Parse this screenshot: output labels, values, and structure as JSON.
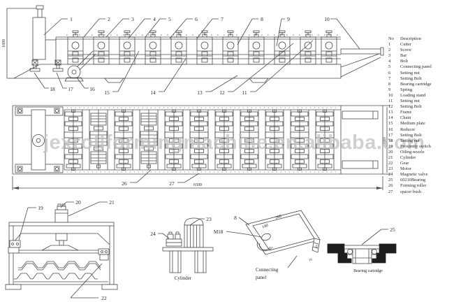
{
  "watermark": {
    "text": "jexrollformingmachine.en.alibaba.com"
  },
  "side_view": {
    "dim_height": "1600",
    "callouts_top": [
      "1",
      "2",
      "3",
      "4",
      "5",
      "6",
      "7",
      "8",
      "9",
      "10"
    ],
    "callouts_left": [
      "18",
      "17",
      "16"
    ],
    "callouts_bottom": [
      "15",
      "14",
      "13",
      "12",
      "11"
    ]
  },
  "plan_view": {
    "dim_length": "6500",
    "dim_width": "1400",
    "callout_forming_roller": "26",
    "callout_spacer_bush": "27"
  },
  "end_view": {
    "callouts": [
      "19",
      "20",
      "21",
      "22"
    ]
  },
  "cylinder_detail": {
    "label": "Cylinder",
    "callout_motor": "23",
    "callout_valve": "24"
  },
  "panel_detail": {
    "label_line1": "Connecting",
    "label_line2": "panel",
    "callout": "8",
    "thread": "M18",
    "dim_length": "260",
    "dim_width": "140",
    "dim_side": "35",
    "dim_thickness": "16"
  },
  "bearing_detail": {
    "label": "Bearing cartridge",
    "callout": "25"
  },
  "parts_list": {
    "header": {
      "no": "No",
      "description": "Description"
    },
    "items": [
      {
        "no": "1",
        "description": "Cutter"
      },
      {
        "no": "2",
        "description": "Screw"
      },
      {
        "no": "3",
        "description": "Bar"
      },
      {
        "no": "4",
        "description": "Bolt"
      },
      {
        "no": "5",
        "description": "Connecting panel"
      },
      {
        "no": "6",
        "description": "Setting nut"
      },
      {
        "no": "7",
        "description": "Setting Bolt"
      },
      {
        "no": "8",
        "description": "Bearing cartridge"
      },
      {
        "no": "9",
        "description": "Spring"
      },
      {
        "no": "10",
        "description": "Loading stand"
      },
      {
        "no": "11",
        "description": "Setting nut"
      },
      {
        "no": "12",
        "description": "Setting Bolt"
      },
      {
        "no": "13",
        "description": "Frame"
      },
      {
        "no": "14",
        "description": "Chain"
      },
      {
        "no": "15",
        "description": "Medium plate"
      },
      {
        "no": "16",
        "description": "Reducer"
      },
      {
        "no": "17",
        "description": "Setting Bolt"
      },
      {
        "no": "18",
        "description": "Setting nut"
      },
      {
        "no": "19",
        "description": "Proximity switch"
      },
      {
        "no": "20",
        "description": "Oiling nozzle"
      },
      {
        "no": "21",
        "description": "Cylinder"
      },
      {
        "no": "22",
        "description": "Gear"
      },
      {
        "no": "23",
        "description": "Motor"
      },
      {
        "no": "24",
        "description": "Magnetic valve"
      },
      {
        "no": "25",
        "description": "60210Bearing"
      },
      {
        "no": "26",
        "description": "Forming roller"
      },
      {
        "no": "27",
        "description": "spacer bush"
      }
    ]
  }
}
